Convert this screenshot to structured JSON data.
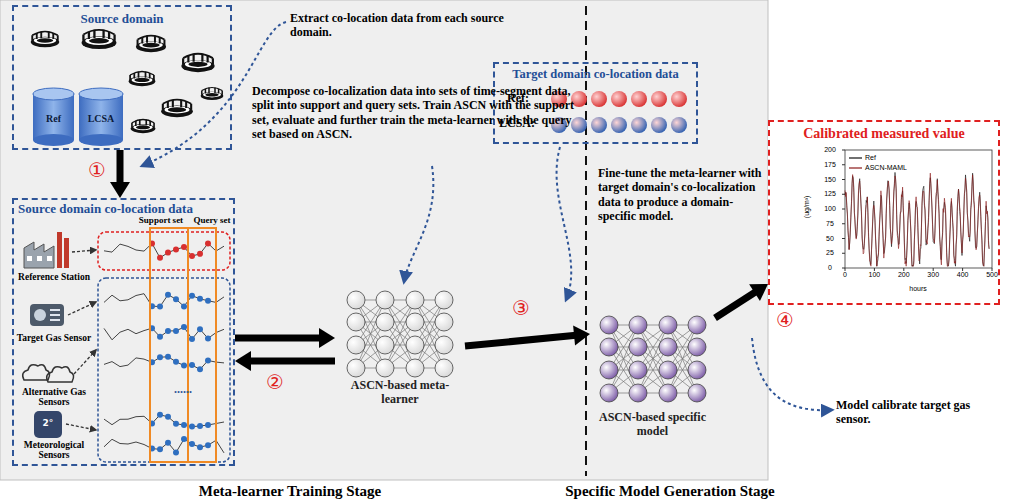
{
  "diagram": {
    "nodes": [
      {
        "text": [
          "Source domain"
        ]
      },
      {
        "text": [
          "Ref"
        ],
        "in": 0
      },
      {
        "text": [
          "LCSA"
        ],
        "in": 0
      },
      {
        "text": [
          "Source domain co-location data"
        ]
      },
      {
        "text": [
          "ASCN-based meta-learner"
        ]
      },
      {
        "text": [
          "Target domain co-location data",
          "Ref:",
          "LCSA:"
        ]
      },
      {
        "text": [
          "ASCN-based specific model"
        ]
      },
      {
        "text": [
          "Calibrated measured value"
        ]
      }
    ],
    "edges": [
      {
        "from": 0,
        "to": 3,
        "arrow": "to"
      },
      {
        "from": 3,
        "to": 4,
        "arrow": "to"
      },
      {
        "from": 4,
        "to": 3,
        "arrow": "to"
      },
      {
        "from": 4,
        "to": 6,
        "arrow": "to"
      },
      {
        "from": 6,
        "to": 7,
        "arrow": "to"
      }
    ],
    "labels": [
      "Extract co-location data from each source domain.",
      "①",
      "Support set",
      "Query set",
      "Reference Station",
      "Target Gas Sensor",
      "Alternative Gas Sensors",
      "Meteorological Sensors",
      "......",
      "2°",
      "Decompose co-localization data into sets of time-segment data, split into support and query sets. Train ASCN with the support set, evaluate and further train the meta-learner with the query set based on ASCN.",
      "②",
      "Fine-tune the meta-learner with target domain's co-localization data to produce a domain-specific model.",
      "③",
      "④",
      "Model calibrate target gas sensor.",
      "Meta-learner Training Stage",
      "Specific Model Generation Stage",
      "hours",
      "(ug/m³)",
      "0",
      "100",
      "200",
      "300",
      "400",
      "500",
      "0",
      "25",
      "50",
      "75",
      "100",
      "125",
      "150",
      "175",
      "200"
    ],
    "legend": [
      {
        "text": "Ref"
      },
      {
        "text": "ASCN-MAML"
      }
    ]
  }
}
